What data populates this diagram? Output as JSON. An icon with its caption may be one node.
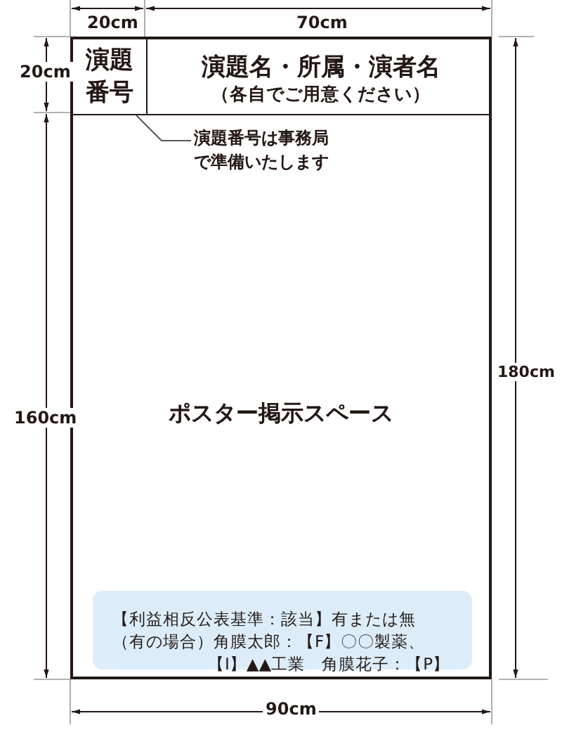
{
  "diagram": {
    "nodes": [
      {
        "text": [
          "ポスター掲示スペース"
        ]
      },
      {
        "text": [
          "演題番号"
        ],
        "in": 0
      },
      {
        "text": [
          "演題名・所属・演者名",
          "（各自でご用意ください）"
        ],
        "in": 0
      },
      {
        "text": [
          "【利益相反公表基準：該当】有または無",
          "（有の場合）角膜太郎：【F】〇〇製薬、",
          "【I】▲▲工業　角膜花子：【P】"
        ],
        "in": 0
      },
      {
        "text": [
          "演題番号は事務局で準備いたします"
        ],
        "in": 0
      }
    ],
    "edges": [
      {
        "from": 4,
        "to": 1,
        "arrow": "none"
      }
    ],
    "labels": [
      "20cm",
      "70cm",
      "20cm",
      "180cm",
      "160cm",
      "90cm"
    ]
  }
}
